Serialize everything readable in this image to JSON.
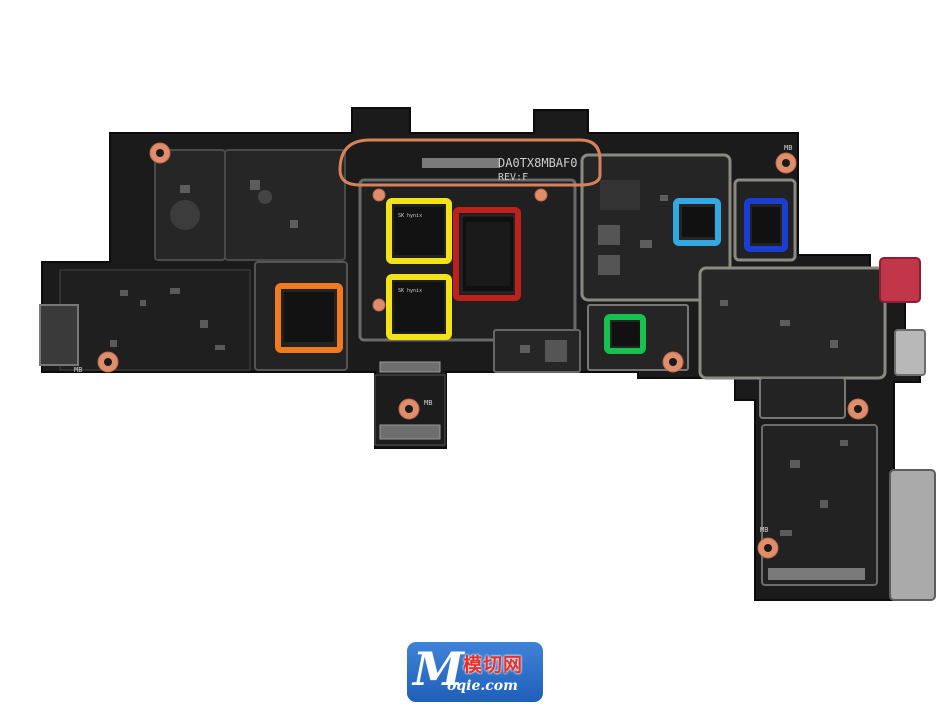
{
  "board": {
    "part_number": "DA0TX8MBAF0",
    "revision": "REV:F",
    "mb_tag": "MB"
  },
  "chip_labels": {
    "ram_top": "SK hynix",
    "ram_bottom": "SK hynix"
  },
  "highlight_colors": {
    "red": "#c0201c",
    "yellow": "#f2e21a",
    "orange": "#f07a20",
    "cyan": "#34a8e0",
    "blue": "#1a3fd0",
    "green": "#18c050"
  },
  "watermark": {
    "letter": "M",
    "chinese": "模切网",
    "url": "oqie.com"
  }
}
